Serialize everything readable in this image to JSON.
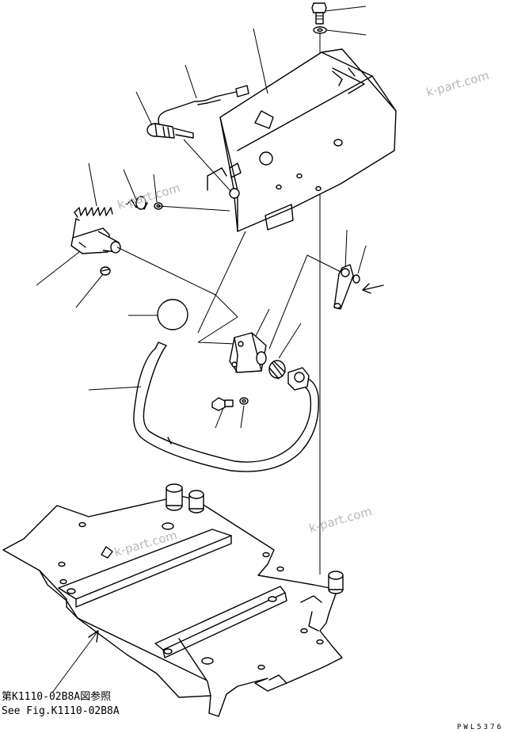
{
  "figure": {
    "watermark": "k-part.com",
    "reference_jp": "第K1110-02B8A図参照",
    "reference_en": "See Fig.K1110-02B8A",
    "drawing_code": "PWL5376"
  }
}
